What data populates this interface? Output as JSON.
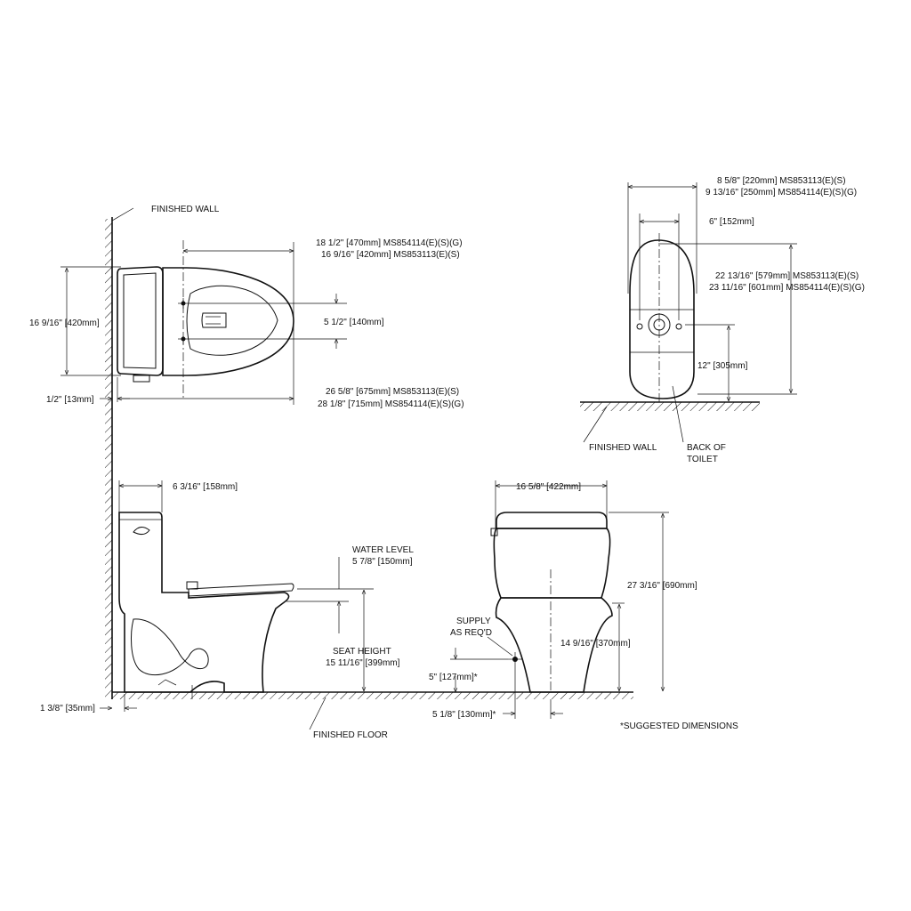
{
  "labels": {
    "finished_wall_top": "FINISHED WALL",
    "top_len_a": "18 1/2\" [470mm] MS854114(E)(S)(G)",
    "top_len_b": "16 9/16\" [420mm] MS853113(E)(S)",
    "top_depth": "16 9/16\" [420mm]",
    "bolt_spacing": "5 1/2\" [140mm]",
    "wall_gap": "1/2\" [13mm]",
    "overall_a": "26 5/8\" [675mm] MS853113(E)(S)",
    "overall_b": "28 1/8\" [715mm] MS854114(E)(S)(G)",
    "rear_w_a": "8 5/8\" [220mm] MS853113(E)(S)",
    "rear_w_b": "9 13/16\" [250mm] MS854114(E)(S)(G)",
    "rear_6": "6\" [152mm]",
    "rear_h_a": "22 13/16\" [579mm] MS853113(E)(S)",
    "rear_h_b": "23 11/16\" [601mm] MS854114(E)(S)(G)",
    "rough_in": "12\" [305mm]",
    "finished_wall_rear": "FINISHED WALL",
    "back_of_toilet_1": "BACK OF",
    "back_of_toilet_2": "TOILET",
    "side_tank": "6 3/16\" [158mm]",
    "water_level_1": "WATER LEVEL",
    "water_level_2": "5 7/8\" [150mm]",
    "seat_height_1": "SEAT HEIGHT",
    "seat_height_2": "15 11/16\" [399mm]",
    "side_base": "1 3/8\" [35mm]",
    "finished_floor": "FINISHED FLOOR",
    "front_width": "16 5/8\" [422mm]",
    "front_height": "27 3/16\" [690mm]",
    "front_bowl": "14 9/16\" [370mm]",
    "supply_1": "SUPPLY",
    "supply_2": "AS REQ'D",
    "supply_h": "5\" [127mm]*",
    "supply_off": "5 1/8\" [130mm]*",
    "suggested": "*SUGGESTED DIMENSIONS"
  }
}
